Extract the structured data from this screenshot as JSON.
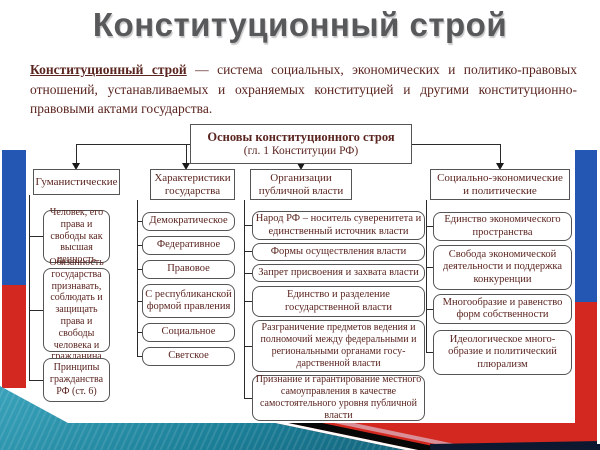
{
  "slide": {
    "title": "Конституционный строй",
    "definition": {
      "term": "Конституционный строй",
      "dash": " — ",
      "body": "система социальных, экономических и политико-правовых отношений, устанавливаемых и охраняемых конституцией и другими конституционно-правовыми актами государства."
    },
    "diagram": {
      "root": {
        "line1": "Основы конституционного строя",
        "line2": "(гл. 1 Конституции РФ)"
      },
      "columns": [
        {
          "header": "Гуманистические",
          "items": [
            "Человек, его права и свободы как высшая ценность",
            "Обязанность государства признавать, соблюдать и защищать права и свободы человека и гражданина",
            "Принципы гражданства РФ (ст. 6)"
          ]
        },
        {
          "header": "Характеристики государства",
          "items": [
            "Демократическое",
            "Федеративное",
            "Правовое",
            "С республи­канской формой правления",
            "Социальное",
            "Светское"
          ]
        },
        {
          "header": "Организации публичной власти",
          "items": [
            "Народ РФ – носитель суверенитета и единственный источник власти",
            "Формы осуществления власти",
            "Запрет присвоения и захвата власти",
            "Единство и разделение государственной власти",
            "Разграничение предметов ведения и полномочий между федеральными и региональными органами госу­дарственной власти",
            "Признание и гарантирование местного самоуправления в качестве самостоятельного уровня публичной власти"
          ]
        },
        {
          "header": "Социально-экономические и политические",
          "items": [
            "Единство экономического пространства",
            "Свобода экономической деятельности и поддержка конкуренции",
            "Многообразие и равенство форм собственности",
            "Идеологическое много­образие и политический плюрализм"
          ]
        }
      ]
    },
    "colors": {
      "accent_blue": "#2456b4",
      "accent_red": "#d3281f",
      "accent_teal": "#1b7e97",
      "footer_dark": "#0c1830",
      "footer_pink": "#d98f97",
      "text_maroon": "#5a241f",
      "title_gray": "#58595b"
    }
  }
}
